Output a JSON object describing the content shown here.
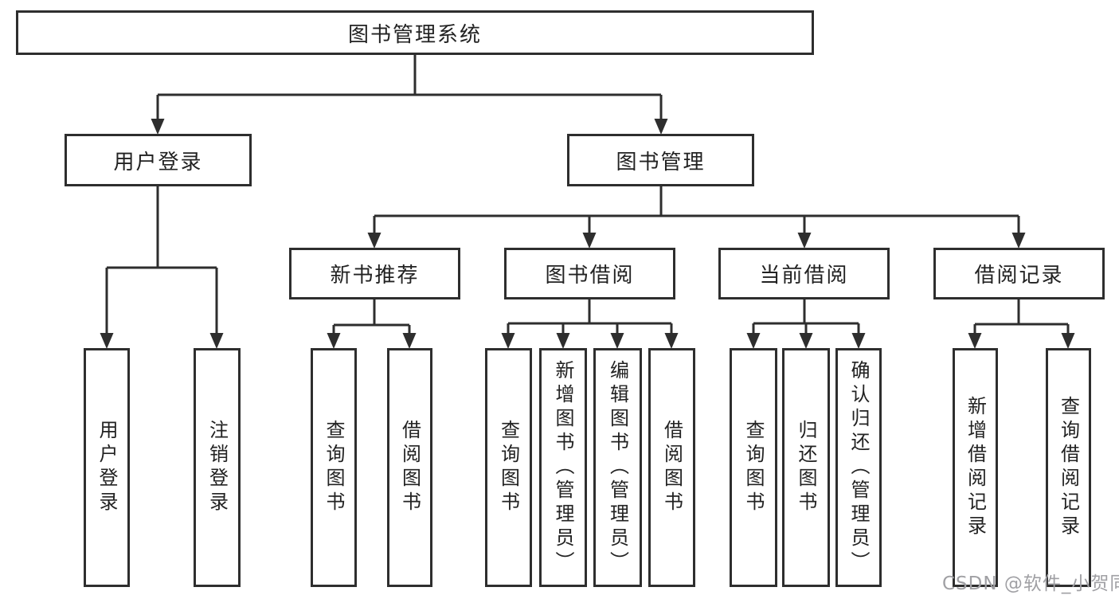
{
  "tree": {
    "label": "图书管理系统",
    "children": [
      {
        "label": "用户登录",
        "children": [
          {
            "label": "用户登录"
          },
          {
            "label": "注销登录"
          }
        ]
      },
      {
        "label": "图书管理",
        "children": [
          {
            "label": "新书推荐",
            "children": [
              {
                "label": "查询图书"
              },
              {
                "label": "借阅图书"
              }
            ]
          },
          {
            "label": "图书借阅",
            "children": [
              {
                "label": "查询图书"
              },
              {
                "label": "新增图书（管理员）"
              },
              {
                "label": "编辑图书（管理员）"
              },
              {
                "label": "借阅图书"
              }
            ]
          },
          {
            "label": "当前借阅",
            "children": [
              {
                "label": "查询图书"
              },
              {
                "label": "归还图书"
              },
              {
                "label": "确认归还（管理员）"
              }
            ]
          },
          {
            "label": "借阅记录",
            "children": [
              {
                "label": "新增借阅记录"
              },
              {
                "label": "查询借阅记录"
              }
            ]
          }
        ]
      }
    ]
  },
  "watermark": "CSDN @软件_小贺同学",
  "colors": {
    "line": "#2e2e2e",
    "text": "#222222",
    "watermark": "#a0a0a4",
    "background": "#ffffff"
  }
}
